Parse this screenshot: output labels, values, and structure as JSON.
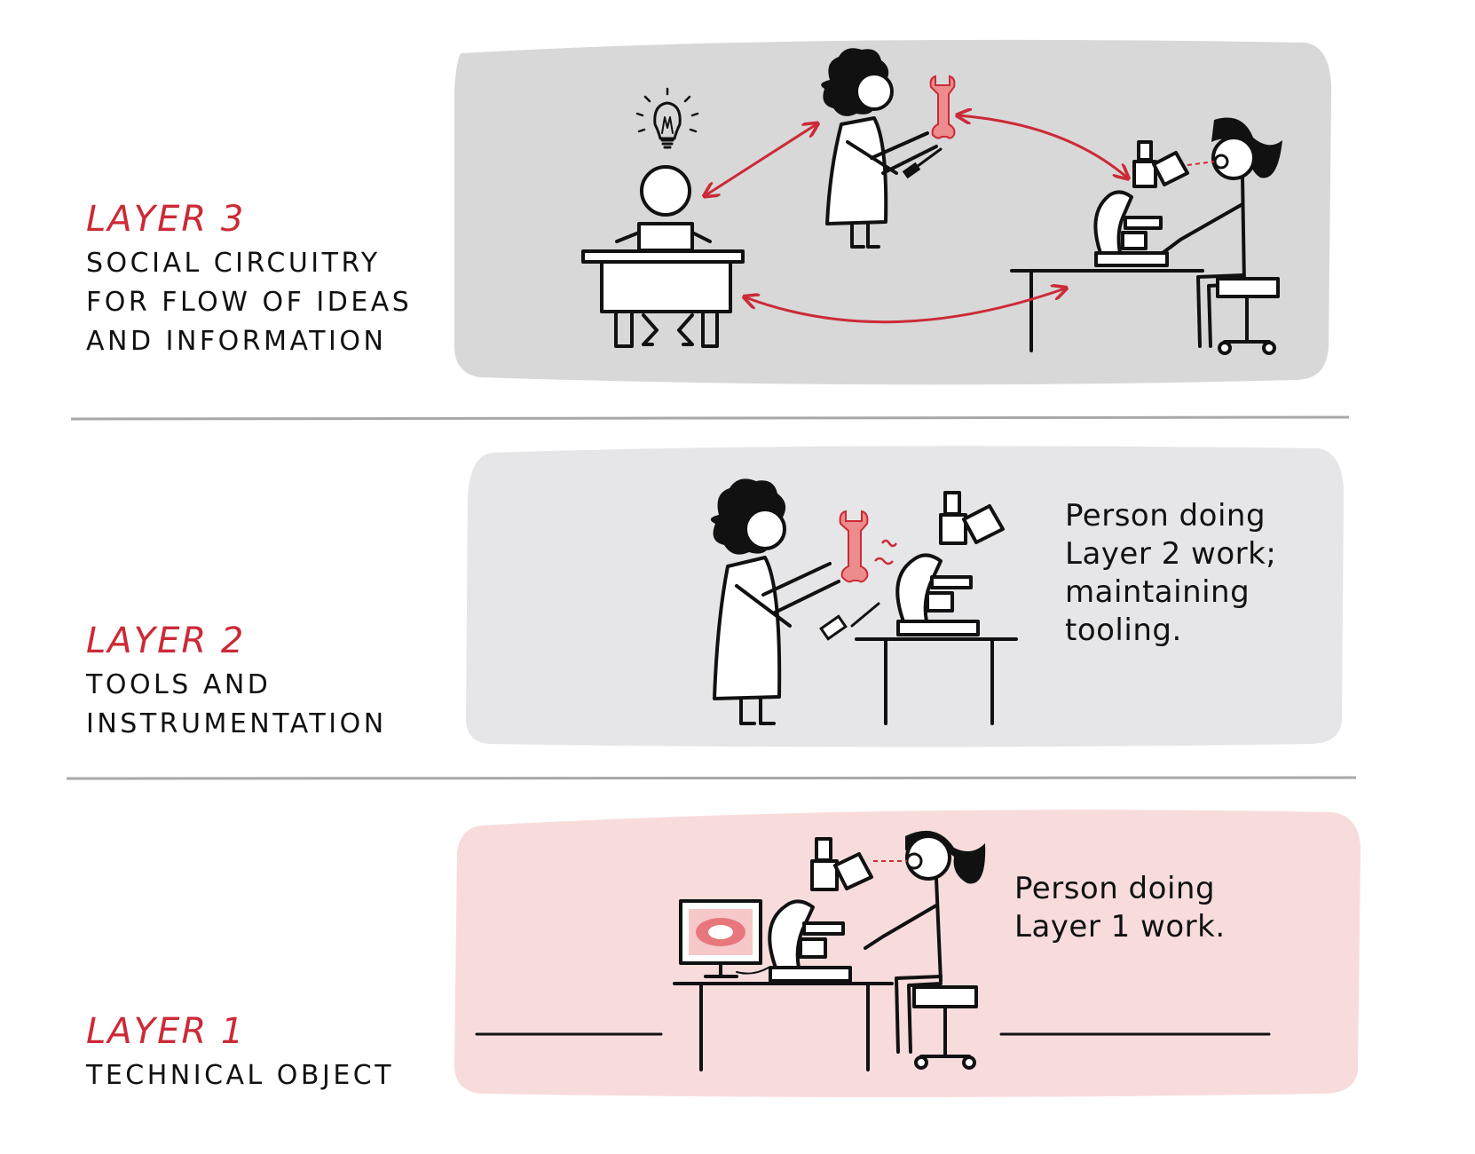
{
  "layers": [
    {
      "id": "layer-3",
      "title": "LAYER 3",
      "lines": [
        "SOCIAL CIRCUITRY",
        "FOR FLOW OF IDEAS",
        "AND INFORMATION"
      ]
    },
    {
      "id": "layer-2",
      "title": "LAYER 2",
      "lines": [
        "TOOLS AND",
        "INSTRUMENTATION"
      ]
    },
    {
      "id": "layer-1",
      "title": "LAYER 1",
      "lines": [
        "TECHNICAL OBJECT"
      ]
    }
  ],
  "captions": {
    "layer2": [
      "Person doing",
      "Layer 2 work;",
      "maintaining",
      "tooling."
    ],
    "layer1": [
      "Person doing",
      "Layer 1 work."
    ]
  },
  "colors": {
    "accent_red": "#cc2a36",
    "panel_gray": "#d8d8d9",
    "panel_light_gray": "#e6e6e8",
    "panel_pink": "#f8dcdc",
    "divider": "#a8a8a8",
    "wrench_pink": "#ec8c8c"
  },
  "icons": [
    "lightbulb-icon",
    "wrench-icon",
    "screwdriver-icon",
    "microscope-icon",
    "monitor-icon",
    "desk-icon",
    "stool-icon"
  ]
}
